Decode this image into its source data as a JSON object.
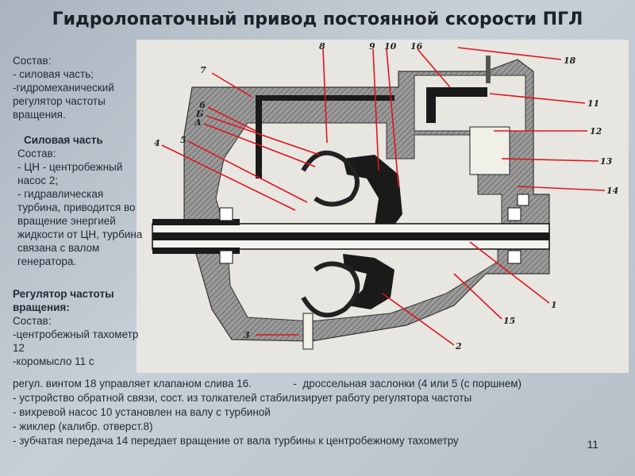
{
  "title": "Гидролопаточный привод постоянной скорости ПГЛ",
  "composition": {
    "heading": "Состав:",
    "items": [
      " - силовая часть;",
      " -гидромеханический регулятор частоты вращения."
    ]
  },
  "power_part": {
    "heading": "Силовая часть",
    "sub": "Состав:",
    "items": [
      "-  ЦН - центробежный насос 2;",
      "-  гидравлическая турбина, приводится во вращение энергией жидкости от ЦН, турбина связана с валом генератора."
    ]
  },
  "regulator": {
    "heading": "Регулятор частоты вращения:",
    "sub": "Состав:",
    "items": [
      "-центробежный тахометр 12",
      "-коромысло 11 с"
    ]
  },
  "bottom_lines": [
    "регул. винтом 18 управляет клапаном слива 16.              -  дроссельная заслонки (4 или 5 (с поршнем)",
    "-  устройство обратной связи, сост. из толкателей стабилизирует работу  регулятора частоты",
    "-  вихревой насос 10 установлен на валу с турбиной",
    "-  жиклер (калибр. отверст.8)",
    "-  зубчатая передача 14 передает вращение от вала турбины к  центробежному  тахометру"
  ],
  "page_number": "11",
  "diagram_labels": [
    "7",
    "6",
    "Б",
    "А",
    "4",
    "5",
    "3",
    "8",
    "9",
    "10",
    "16",
    "18",
    "11",
    "12",
    "13",
    "14",
    "1",
    "15",
    "2"
  ],
  "colors": {
    "leader": "#e0141e",
    "hatch": "#7c7c7c",
    "paper": "#e8e6e0",
    "dark": "#1a1a1a"
  }
}
